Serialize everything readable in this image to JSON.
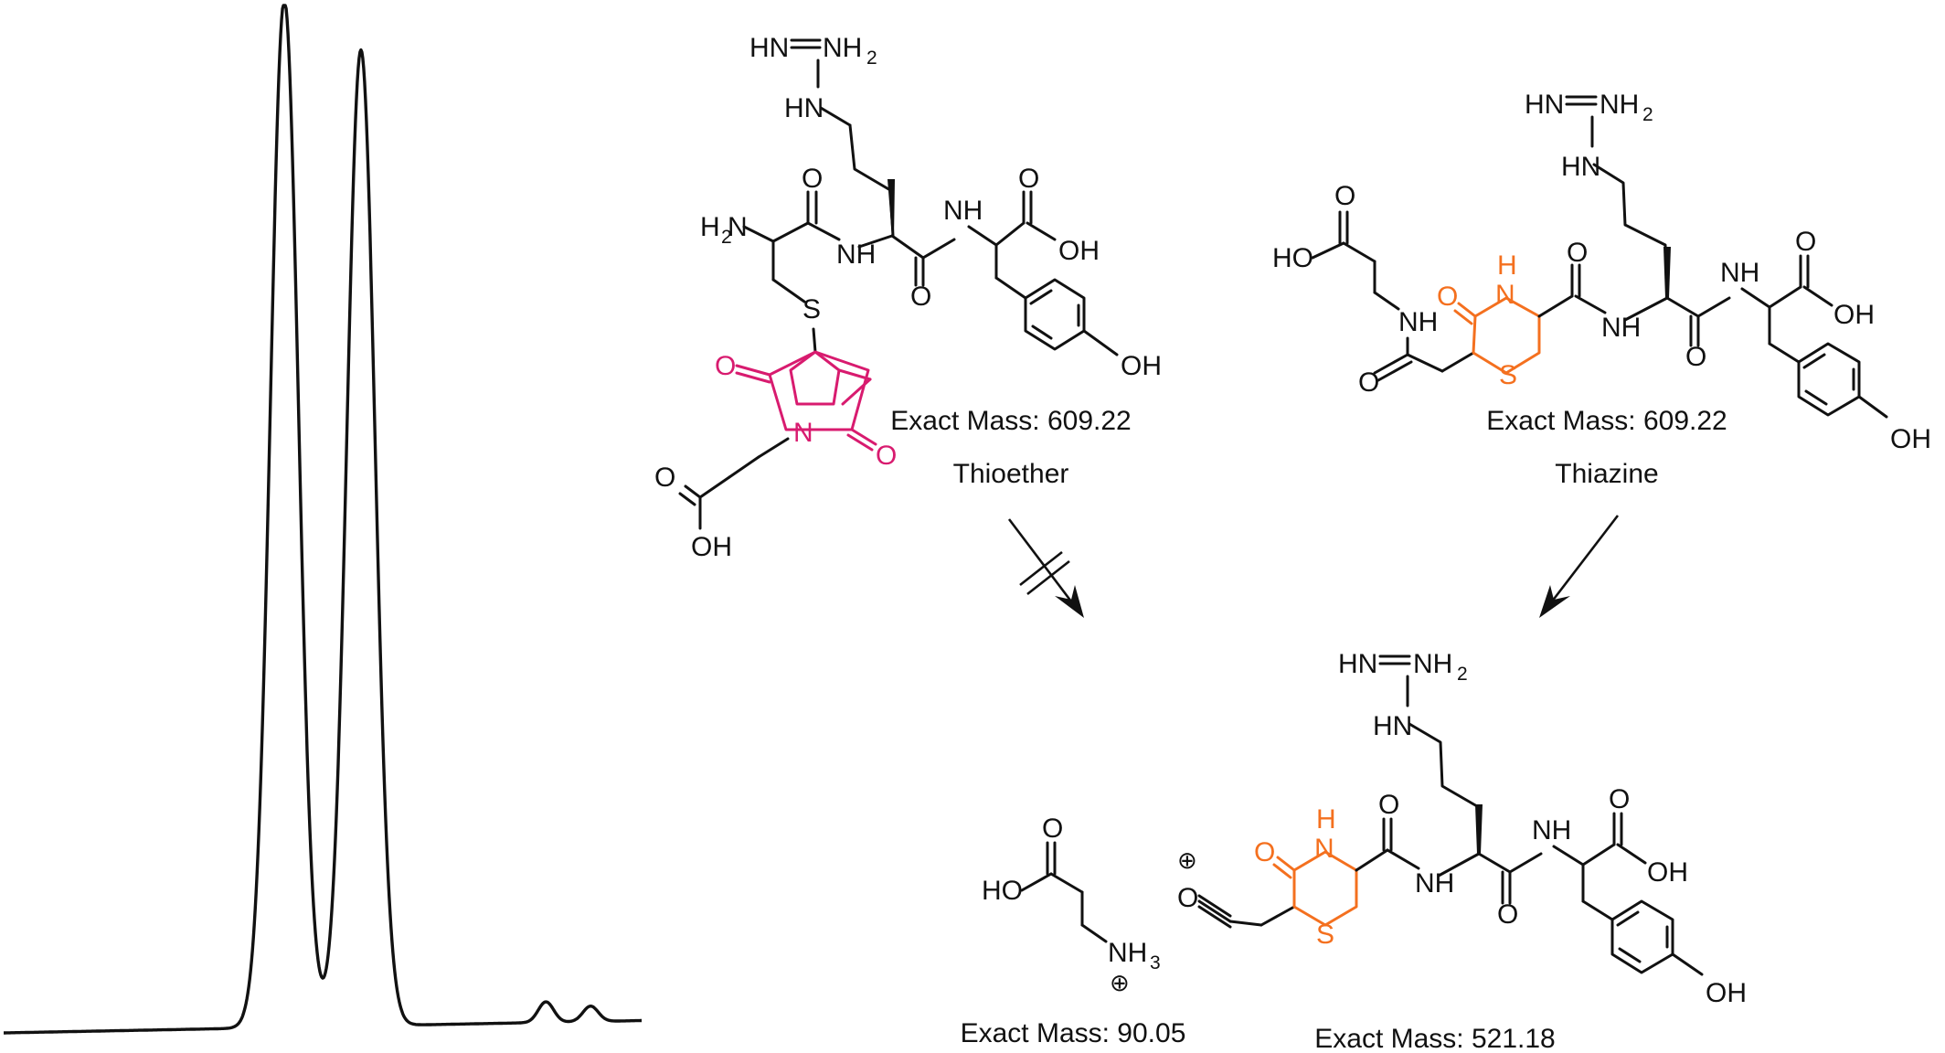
{
  "chromatogram": {
    "peaks": [
      {
        "retention_fraction": 0.44,
        "relative_intensity": 1.0
      },
      {
        "retention_fraction": 0.56,
        "relative_intensity": 0.95
      },
      {
        "retention_fraction": 0.85,
        "relative_intensity": 0.02
      },
      {
        "retention_fraction": 0.92,
        "relative_intensity": 0.015
      }
    ]
  },
  "colors": {
    "maleimide_highlight": "#d81b6f",
    "thiazine_highlight": "#f4701f",
    "line": "#111111"
  },
  "structures": {
    "thioether": {
      "name": "Thioether",
      "mass": "Exact Mass: 609.22",
      "labels": {
        "hn_imine": "HN",
        "nh2_top": "NH",
        "hn_guan": "HN",
        "h2n": "H N",
        "amide_o1": "O",
        "amide_nh1": "NH",
        "amide_o2": "O",
        "amide_nh2": "NH",
        "acid_o": "O",
        "acid_oh": "OH",
        "phenol_oh": "OH",
        "sulfur": "S",
        "imide_o1": "O",
        "imide_n": "N",
        "imide_o2": "O",
        "prop_o": "O",
        "prop_oh": "OH"
      }
    },
    "thiazine": {
      "name": "Thiazine",
      "mass": "Exact Mass: 609.22",
      "labels": {
        "hn_imine": "HN",
        "nh2_top": "NH",
        "hn_guan": "HN",
        "ho_acid": "HO",
        "ho_o": "O",
        "nh_side": "NH",
        "side_o": "O",
        "ring_o": "O",
        "ring_nh": "N",
        "ring_h": "H",
        "ring_s": "S",
        "amide_o1": "O",
        "amide_nh1": "NH",
        "amide_o2": "O",
        "amide_nh2": "NH",
        "acid_o": "O",
        "acid_oh": "OH",
        "phenol_oh": "OH"
      }
    },
    "product_acylium": {
      "mass": "Exact Mass: 521.18",
      "labels": {
        "hn_imine": "HN",
        "nh2_top": "NH",
        "hn_guan": "HN",
        "acylium_o": "O",
        "charge": "⊕",
        "ring_o": "O",
        "ring_nh": "N",
        "ring_h": "H",
        "ring_s": "S",
        "amide_o1": "O",
        "amide_nh1": "NH",
        "amide_o2": "O",
        "amide_nh2": "NH",
        "acid_o": "O",
        "acid_oh": "OH",
        "phenol_oh": "OH"
      }
    },
    "beta_alanine": {
      "mass": "Exact Mass: 90.05",
      "labels": {
        "ho": "HO",
        "o": "O",
        "nh3": "NH",
        "charge": "⊕"
      }
    }
  },
  "arrows": [
    {
      "from": "thioether",
      "to": "beta_alanine",
      "blocked": true
    },
    {
      "from": "thiazine",
      "to": "product_acylium",
      "blocked": false
    }
  ]
}
